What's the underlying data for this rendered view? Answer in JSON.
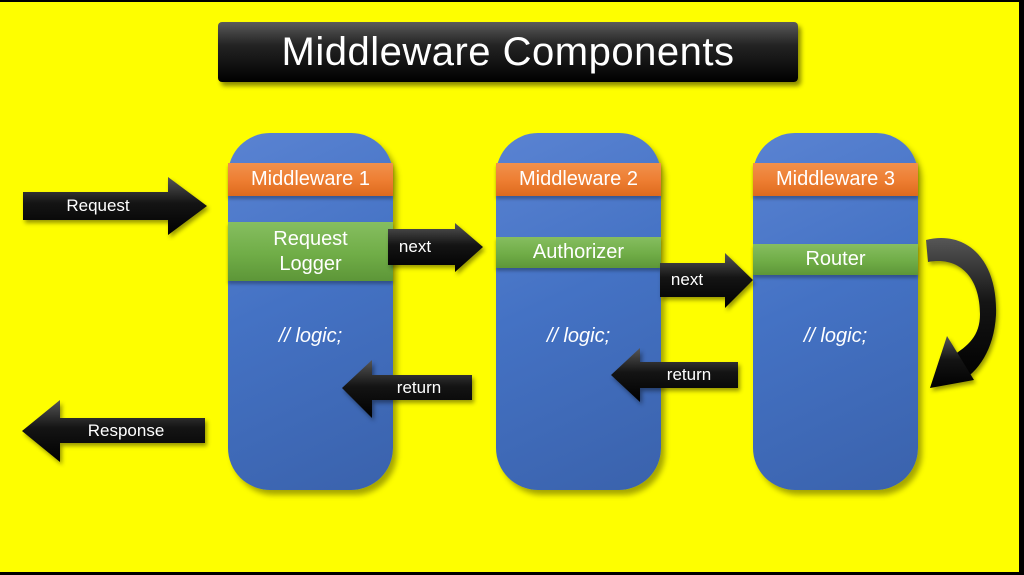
{
  "slide": {
    "title": "Middleware Components",
    "background_color": "#FEFE00"
  },
  "colors": {
    "box_blue": "#4472C4",
    "band_orange": "#ED7D31",
    "band_green": "#70AD47",
    "arrow_black": "#000000",
    "text_white": "#FFFFFF"
  },
  "middlewares": [
    {
      "title": "Middleware 1",
      "handler": "Request Logger",
      "body": "// logic;"
    },
    {
      "title": "Middleware 2",
      "handler": "Authorizer",
      "body": "// logic;"
    },
    {
      "title": "Middleware 3",
      "handler": "Router",
      "body": "// logic;"
    }
  ],
  "arrows": {
    "request": {
      "label": "Request"
    },
    "response": {
      "label": "Response"
    },
    "next1": {
      "label": "next"
    },
    "next2": {
      "label": "next"
    },
    "return1": {
      "label": "return"
    },
    "return2": {
      "label": "return"
    },
    "loop": {
      "name": "router-loop-arrow"
    }
  }
}
